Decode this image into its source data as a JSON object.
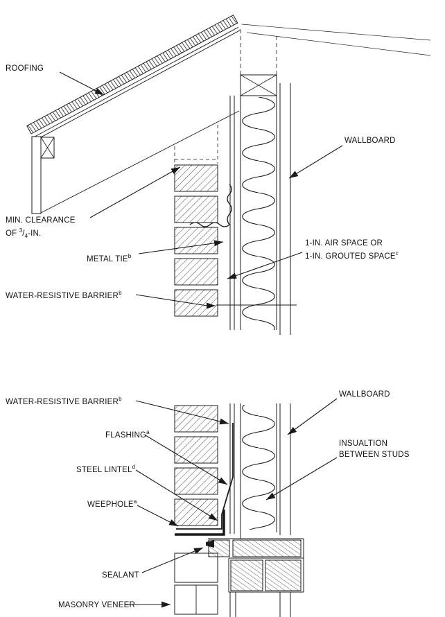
{
  "figure": {
    "type": "construction-detail-diagram",
    "ink_color": "#1a1a1a",
    "background_color": "#ffffff"
  },
  "labels": {
    "roofing": {
      "text": "ROOFING"
    },
    "wallboard_top": {
      "text": "WALLBOARD"
    },
    "min_clearance": {
      "line1": "MIN. CLEARANCE",
      "line2_prefix": "OF ",
      "numerator": "3",
      "slash": "/",
      "denominator": "4",
      "line2_suffix": "-IN."
    },
    "metal_tie": {
      "text": "METAL TIE",
      "note": "b"
    },
    "air_space": {
      "line1": "1-IN. AIR SPACE OR",
      "line2": "1-IN. GROUTED SPACE",
      "note": "c"
    },
    "water_resistive_barrier_top": {
      "text": "WATER-RESISTIVE BARRIER",
      "note": "b"
    },
    "water_resistive_barrier_bottom": {
      "text": "WATER-RESISTIVE BARRIER",
      "note": "b"
    },
    "flashing": {
      "text": "FLASHING",
      "note": "a"
    },
    "steel_lintel": {
      "text": "STEEL LINTEL",
      "note": "d"
    },
    "weephole": {
      "text": "WEEPHOLE",
      "note": "a"
    },
    "sealant": {
      "text": "SEALANT"
    },
    "masonry_veneer": {
      "text": "MASONRY VENEER"
    },
    "wallboard_bottom": {
      "text": "WALLBOARD"
    },
    "insulation": {
      "line1": "INSUALTION",
      "line2": "BETWEEN STUDS"
    }
  }
}
